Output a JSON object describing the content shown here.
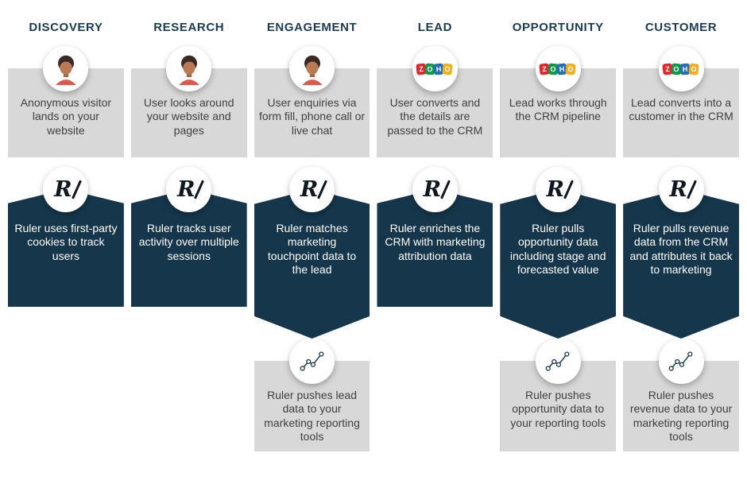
{
  "colors": {
    "dark_navy": "#16364b",
    "gray_box": "#d8d8d8",
    "header_text": "#1b3c51",
    "zoho_z": "#e42527",
    "zoho_o1": "#089949",
    "zoho_h": "#226db4",
    "zoho_o2": "#f0b01d",
    "avatar_shirt": "#e2574c",
    "chart_icon_stroke": "#1c3c50"
  },
  "logos": {
    "ruler": {
      "letter": "R"
    },
    "zoho": {
      "letters": [
        "Z",
        "O",
        "H",
        "O"
      ]
    }
  },
  "stages": [
    {
      "title": "DISCOVERY",
      "top_icon": "avatar",
      "stage_text": "Anonymous visitor lands on your website",
      "ruler_text": "Ruler uses first-party cookies to track users"
    },
    {
      "title": "RESEARCH",
      "top_icon": "avatar",
      "stage_text": "User looks around your website and pages",
      "ruler_text": "Ruler tracks user activity over multiple sessions"
    },
    {
      "title": "ENGAGEMENT",
      "top_icon": "avatar",
      "stage_text": "User enquiries via form fill, phone call or live chat",
      "ruler_text": "Ruler matches marketing touchpoint data to the lead",
      "push_text": "Ruler pushes lead data to your marketing reporting tools"
    },
    {
      "title": "LEAD",
      "top_icon": "zoho",
      "stage_text": "User converts and the details are passed to the CRM",
      "ruler_text": "Ruler enriches the CRM with marketing attribution data"
    },
    {
      "title": "OPPORTUNITY",
      "top_icon": "zoho",
      "stage_text": "Lead works through the CRM pipeline",
      "ruler_text": "Ruler pulls opportunity data including stage and forecasted value",
      "push_text": "Ruler pushes opportunity data to your reporting tools"
    },
    {
      "title": "CUSTOMER",
      "top_icon": "zoho",
      "stage_text": "Lead converts into a customer in the CRM",
      "ruler_text": "Ruler pulls revenue data from the CRM and attributes it back to marketing",
      "push_text": "Ruler pushes revenue data to your marketing reporting tools"
    }
  ]
}
